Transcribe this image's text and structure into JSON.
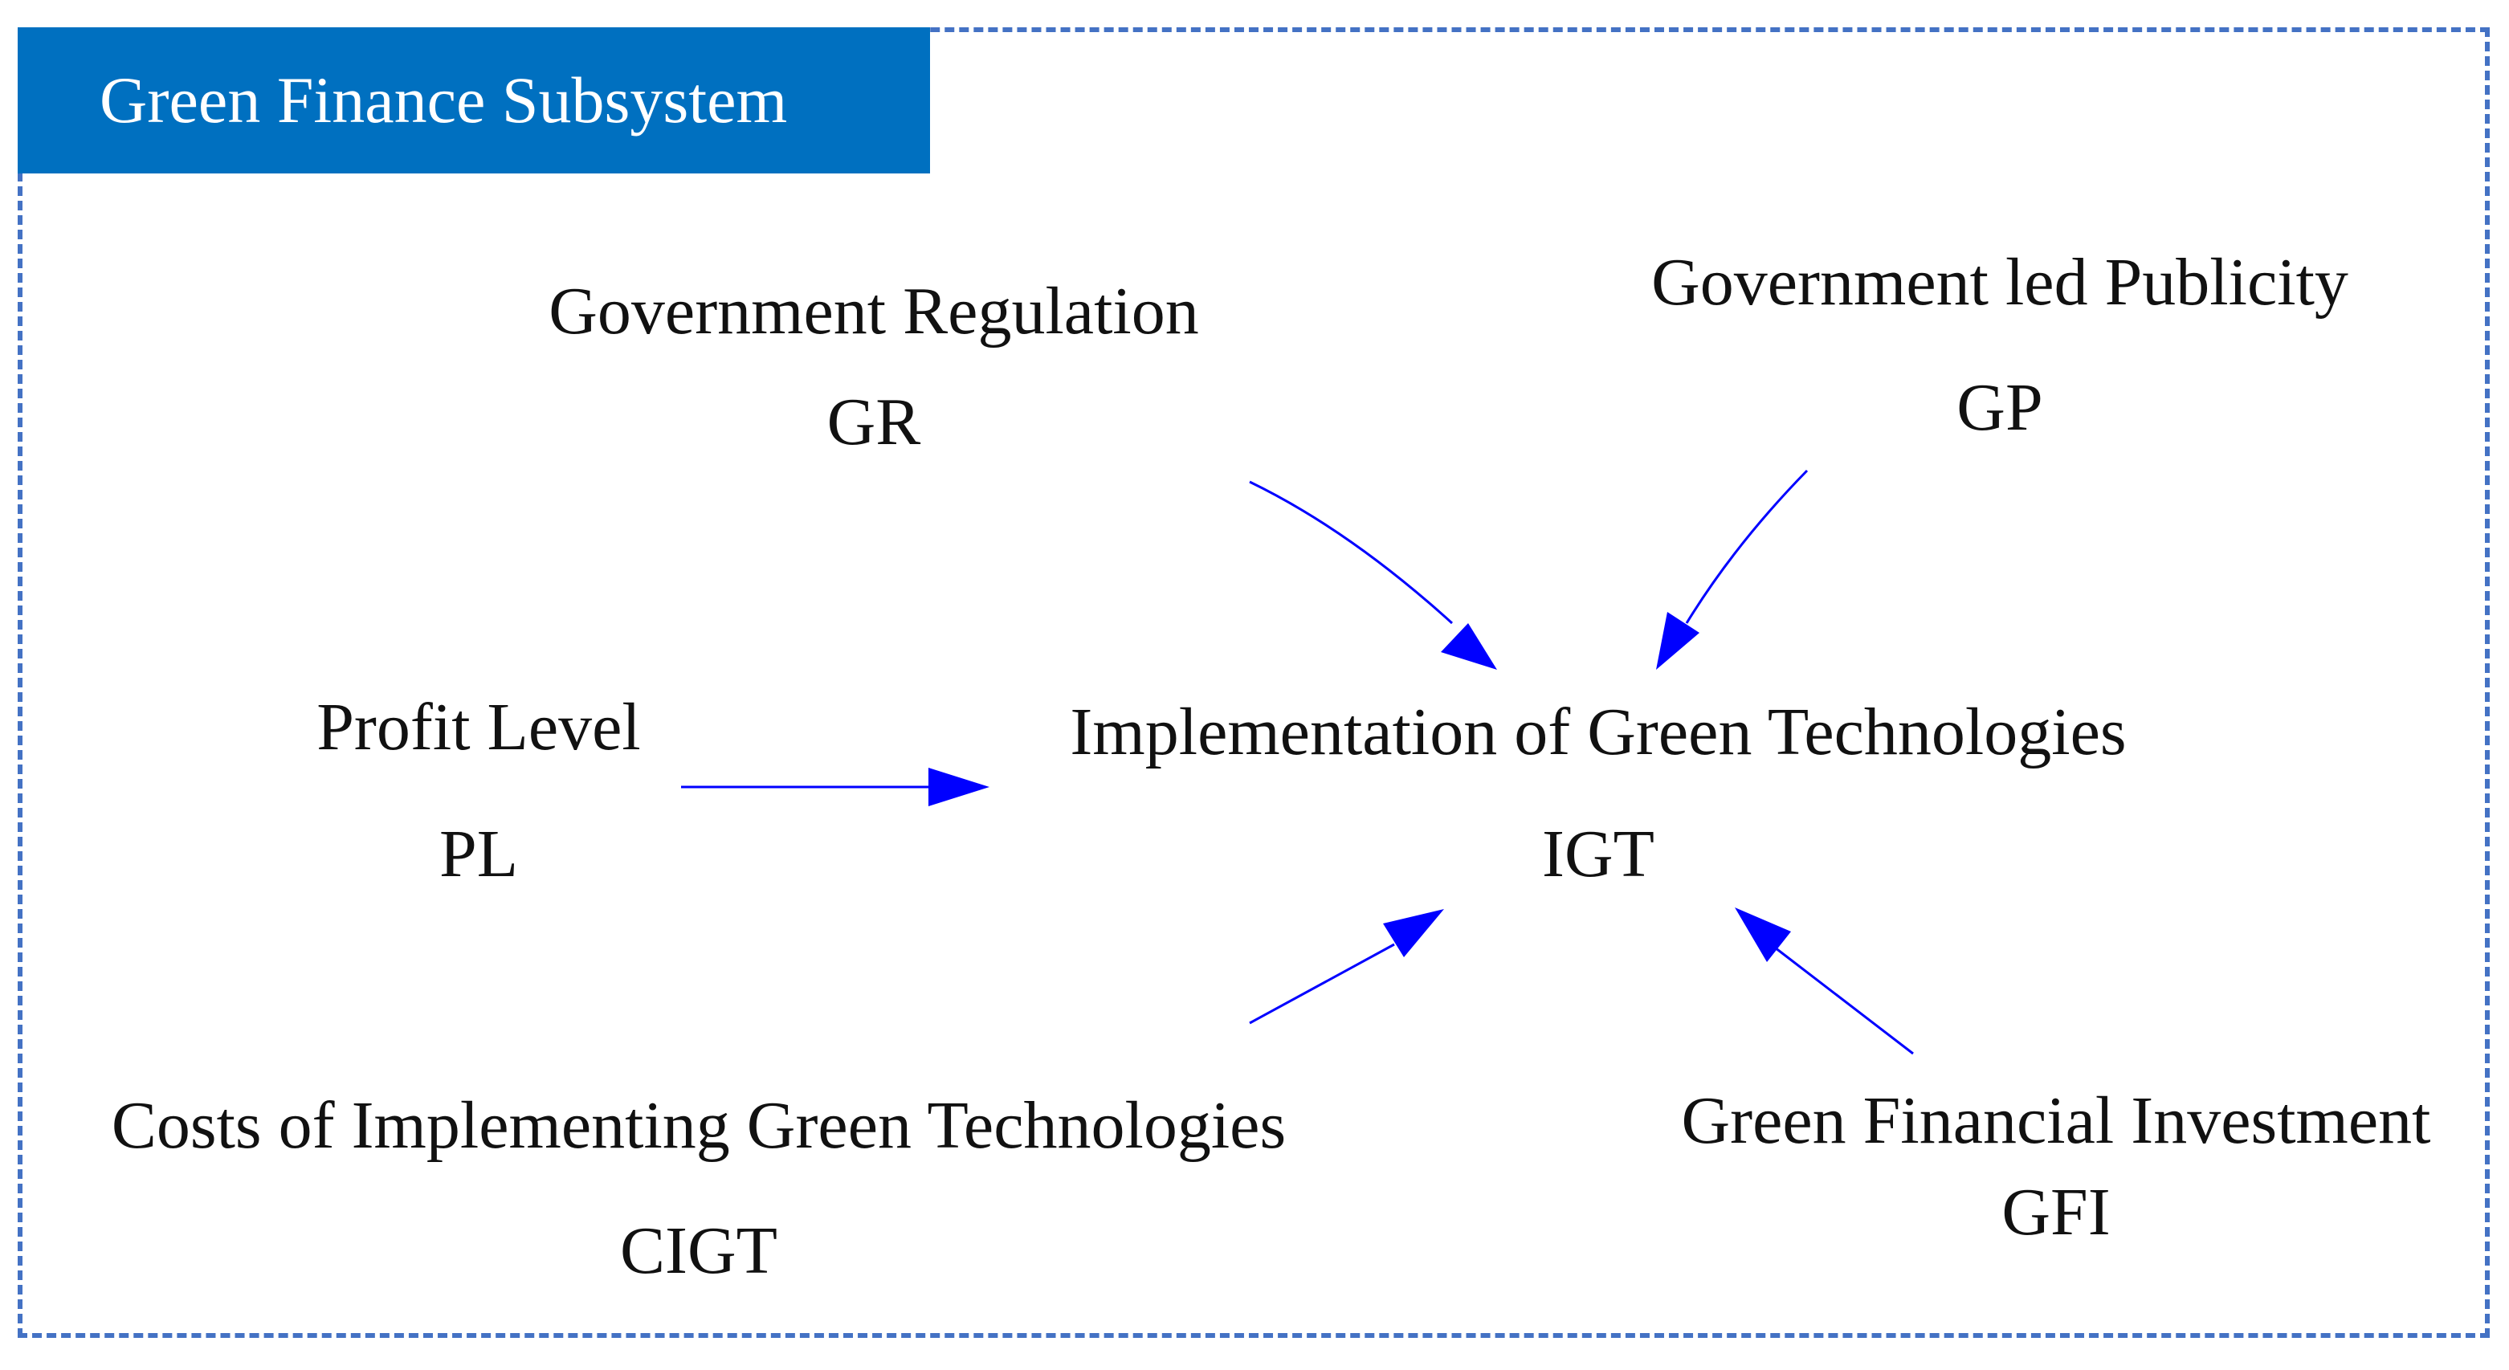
{
  "subsystem": {
    "title": "Green Finance Subsystem"
  },
  "colors": {
    "title_fill": "#0070c0",
    "title_text": "#ffffff",
    "frame_border": "#4472c4",
    "arrow": "#0000ff",
    "text": "#111111"
  },
  "nodes": {
    "government_regulation": {
      "label": "Government Regulation",
      "abbr": "GR"
    },
    "government_publicity": {
      "label": "Government led Publicity",
      "abbr": "GP"
    },
    "profit_level": {
      "label": "Profit Level",
      "abbr": "PL"
    },
    "igt": {
      "label": "Implementation of Green Technologies",
      "abbr": "IGT"
    },
    "cigt": {
      "label": "Costs of Implementing Green Technologies",
      "abbr": "CIGT"
    },
    "gfi": {
      "label": "Green Financial Investment",
      "abbr": "GFI"
    }
  },
  "edges": [
    {
      "from": "GR",
      "to": "IGT"
    },
    {
      "from": "GP",
      "to": "IGT"
    },
    {
      "from": "PL",
      "to": "IGT"
    },
    {
      "from": "CIGT",
      "to": "IGT"
    },
    {
      "from": "GFI",
      "to": "IGT"
    }
  ]
}
